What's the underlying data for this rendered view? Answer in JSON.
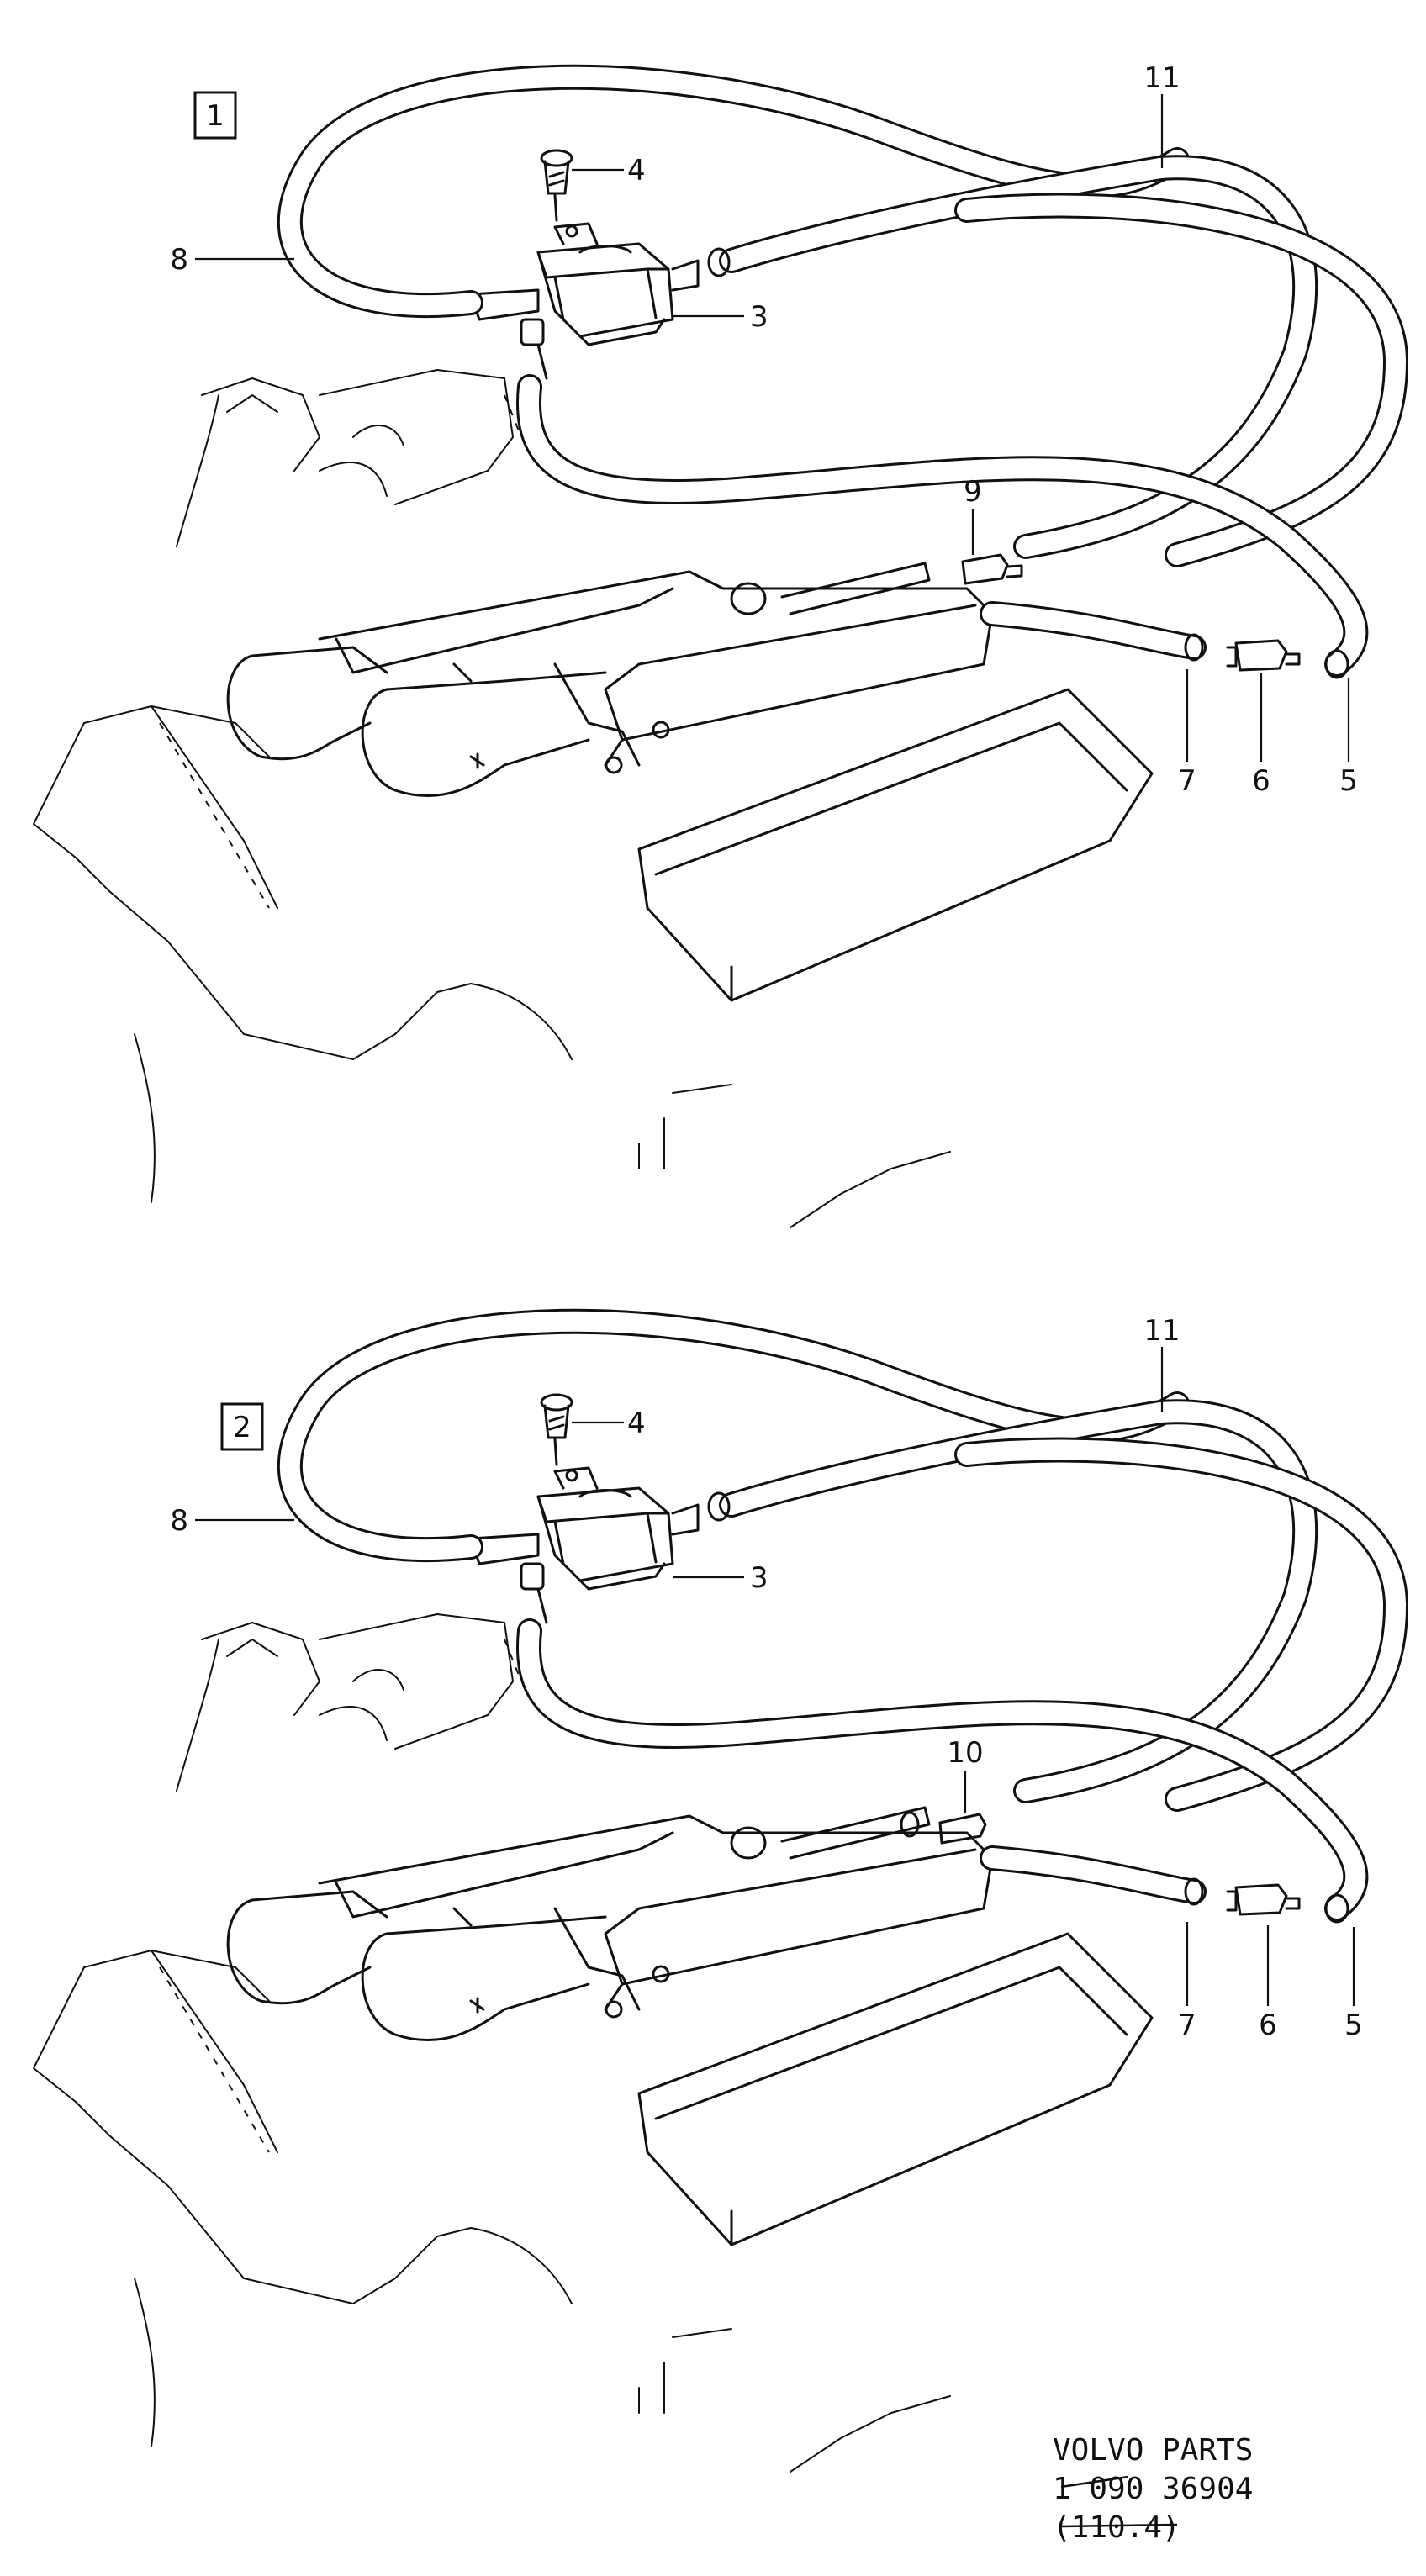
{
  "figures": [
    {
      "variant_box": "1",
      "callouts": [
        "11",
        "4",
        "8",
        "3",
        "9",
        "7",
        "6",
        "5"
      ]
    },
    {
      "variant_box": "2",
      "callouts": [
        "11",
        "4",
        "8",
        "3",
        "10",
        "7",
        "6",
        "5"
      ]
    }
  ],
  "reference": {
    "line1": "VOLVO PARTS",
    "line2": "1 090 36904",
    "line3": "(110.4)"
  },
  "colors": {
    "ink": "#111111",
    "paper": "#ffffff"
  }
}
